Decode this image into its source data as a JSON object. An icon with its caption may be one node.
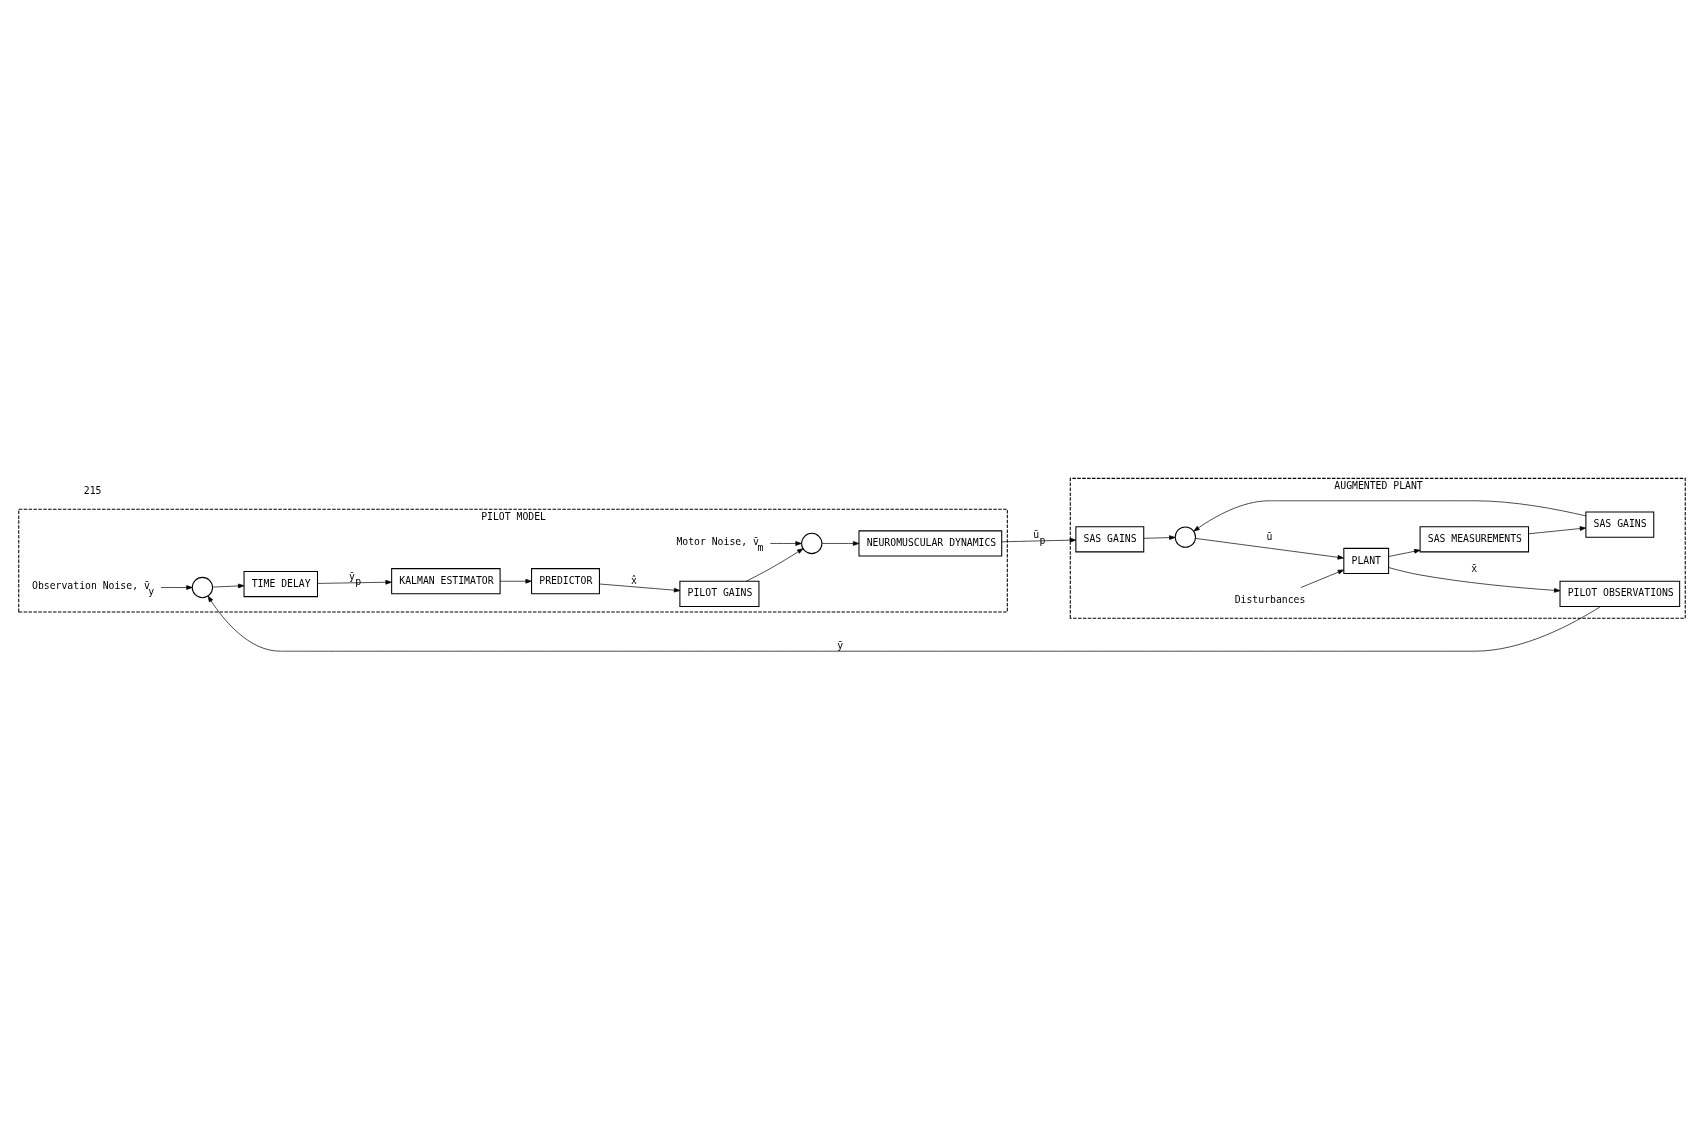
{
  "diagram": {
    "nodes": [
      {
        "text": [
          "AUGMENTED PLANT"
        ]
      },
      {
        "text": [
          "SAS GAINS"
        ],
        "in": 0
      },
      {
        "text": [],
        "shape": "circle",
        "in": 0
      },
      {
        "text": [
          "Disturbances"
        ],
        "in": 0
      },
      {
        "text": [
          "PLANT"
        ],
        "in": 0
      },
      {
        "text": [
          "PILOT OBSERVATIONS"
        ],
        "in": 0
      },
      {
        "text": [
          "SAS MEASUREMENTS"
        ],
        "in": 0
      },
      {
        "text": [
          "SAS GAINS"
        ],
        "in": 0
      },
      {
        "text": [
          "PILOT MODEL"
        ]
      },
      {
        "text": [
          "NEUROMUSCULAR DYNAMICS"
        ],
        "in": 8
      },
      {
        "text": [],
        "shape": "circle",
        "in": 8
      },
      {
        "text": [
          "PILOT GAINS"
        ],
        "in": 8
      },
      {
        "text": [
          "PREDICTOR"
        ],
        "in": 8
      },
      {
        "text": [
          "KALMAN ESTIMATOR"
        ],
        "in": 8
      },
      {
        "text": [
          "TIME DELAY"
        ],
        "in": 8
      },
      {
        "text": [],
        "shape": "circle",
        "in": 8
      },
      {
        "text": [
          "Motor Noise, v̄$_{m}$"
        ],
        "in": 8
      },
      {
        "text": [
          "Observation Noise, v̄$_{y}$"
        ],
        "in": 8
      }
    ],
    "edges": [
      {
        "from": 9,
        "to": 1,
        "arrow": "to",
        "label": "ū$_{p}$"
      },
      {
        "from": 1,
        "to": 2,
        "arrow": "to"
      },
      {
        "from": 2,
        "to": 4,
        "arrow": "to",
        "label": "ū"
      },
      {
        "from": 3,
        "to": 4,
        "arrow": "to"
      },
      {
        "from": 4,
        "to": 5,
        "arrow": "to",
        "label": "x̄"
      },
      {
        "from": 4,
        "to": 6,
        "arrow": "to"
      },
      {
        "from": 6,
        "to": 7,
        "arrow": "to"
      },
      {
        "from": 7,
        "to": 2,
        "arrow": "to"
      },
      {
        "from": 5,
        "to": 15,
        "arrow": "to",
        "label": "ȳ"
      },
      {
        "from": 17,
        "to": 15,
        "arrow": "to"
      },
      {
        "from": 15,
        "to": 14,
        "arrow": "to"
      },
      {
        "from": 14,
        "to": 13,
        "arrow": "to",
        "label": "ȳ$_{p}$"
      },
      {
        "from": 13,
        "to": 12,
        "arrow": "to"
      },
      {
        "from": 12,
        "to": 11,
        "arrow": "to",
        "label": "x̂"
      },
      {
        "from": 11,
        "to": 10,
        "arrow": "to"
      },
      {
        "from": 16,
        "to": 10,
        "arrow": "to"
      },
      {
        "from": 10,
        "to": 9,
        "arrow": "to"
      }
    ],
    "labels": [
      "215"
    ]
  }
}
